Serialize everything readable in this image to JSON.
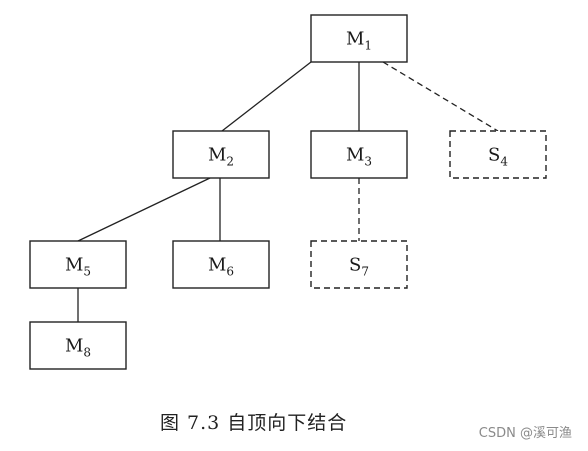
{
  "diagram": {
    "nodes": [
      {
        "id": "M1",
        "letter": "M",
        "sub": "1",
        "style": "solid"
      },
      {
        "id": "M2",
        "letter": "M",
        "sub": "2",
        "style": "solid"
      },
      {
        "id": "M3",
        "letter": "M",
        "sub": "3",
        "style": "solid"
      },
      {
        "id": "S4",
        "letter": "S",
        "sub": "4",
        "style": "dashed"
      },
      {
        "id": "M5",
        "letter": "M",
        "sub": "5",
        "style": "solid"
      },
      {
        "id": "M6",
        "letter": "M",
        "sub": "6",
        "style": "solid"
      },
      {
        "id": "S7",
        "letter": "S",
        "sub": "7",
        "style": "dashed"
      },
      {
        "id": "M8",
        "letter": "M",
        "sub": "8",
        "style": "solid"
      }
    ],
    "edges": [
      {
        "from": "M1",
        "to": "M2",
        "style": "solid"
      },
      {
        "from": "M1",
        "to": "M3",
        "style": "solid"
      },
      {
        "from": "M1",
        "to": "S4",
        "style": "dashed"
      },
      {
        "from": "M2",
        "to": "M5",
        "style": "solid"
      },
      {
        "from": "M2",
        "to": "M6",
        "style": "solid"
      },
      {
        "from": "M3",
        "to": "S7",
        "style": "dashed"
      },
      {
        "from": "M5",
        "to": "M8",
        "style": "solid"
      }
    ],
    "line_color": "#222222"
  },
  "caption": "图 7.3   自顶向下结合",
  "watermark": "CSDN @溪可渔"
}
